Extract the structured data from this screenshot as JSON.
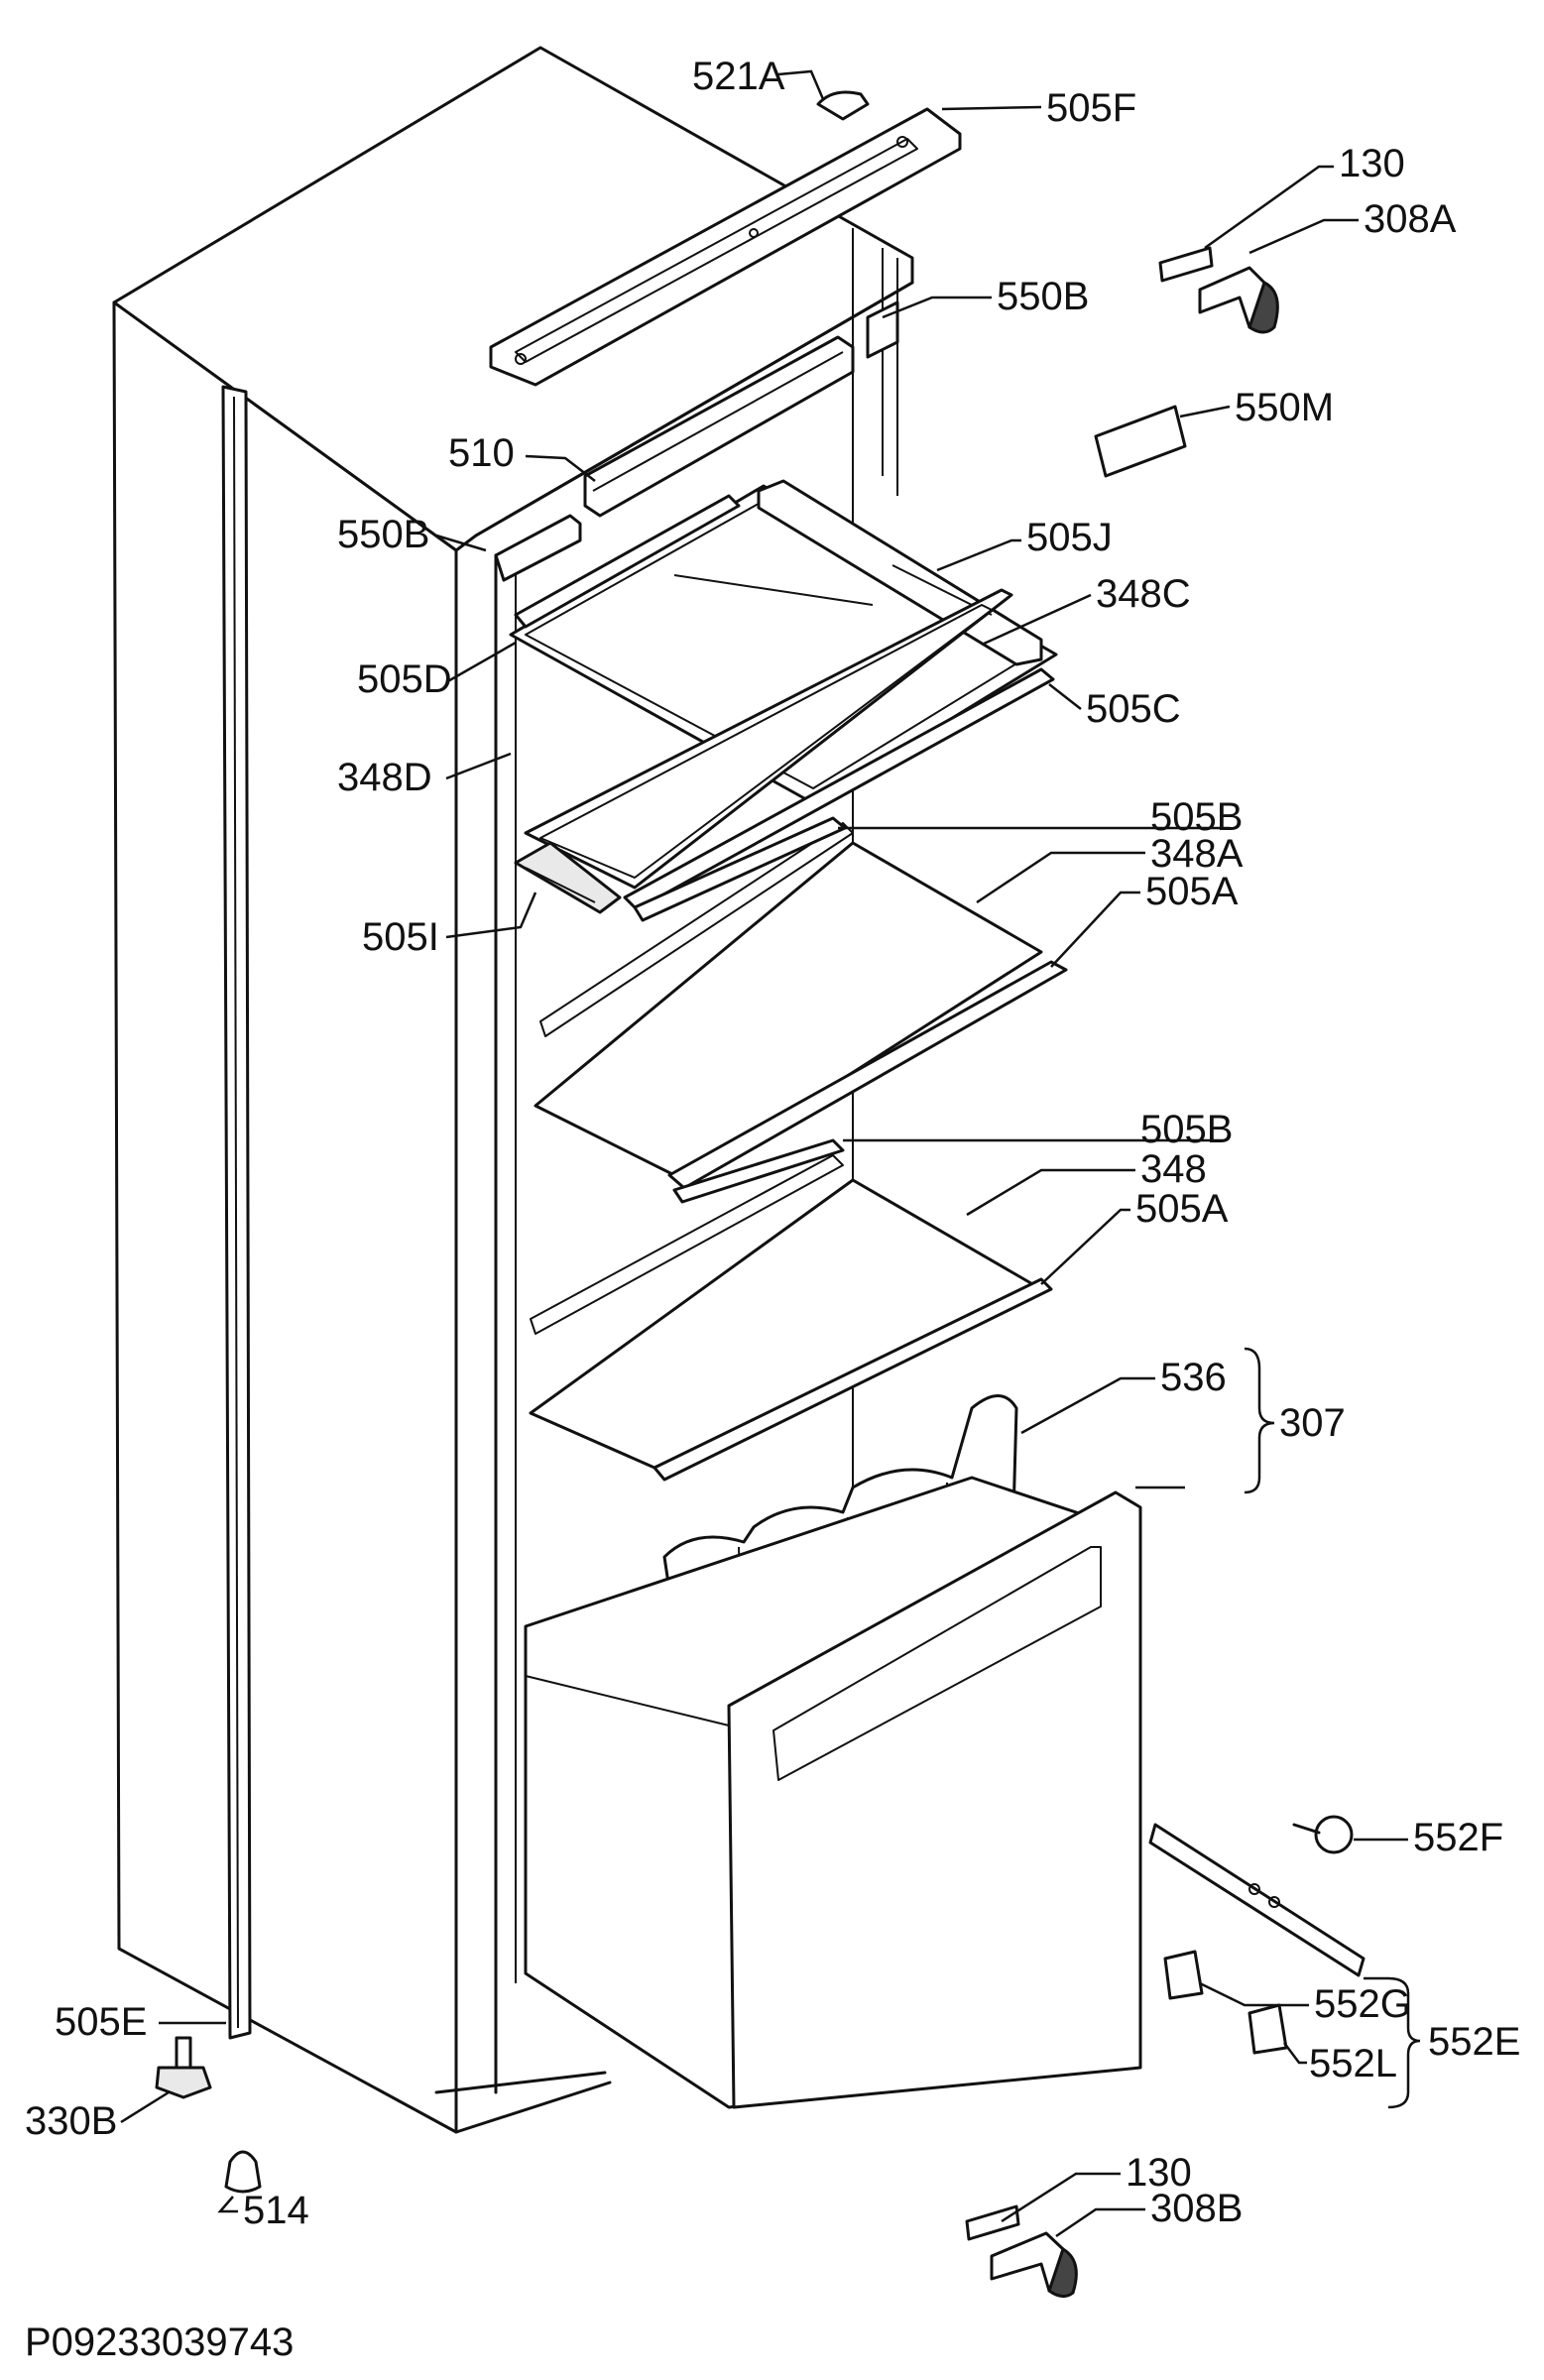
{
  "document_code": "P09233039743",
  "labels": {
    "p521A": "521A",
    "p505F": "505F",
    "p130_top": "130",
    "p308A": "308A",
    "p550B_right": "550B",
    "p550M": "550M",
    "p510": "510",
    "p550B_left": "550B",
    "p505J": "505J",
    "p348C": "348C",
    "p505D": "505D",
    "p505C": "505C",
    "p348D": "348D",
    "p505B_upper": "505B",
    "p348A": "348A",
    "p505I": "505I",
    "p505A_upper": "505A",
    "p505B_lower": "505B",
    "p348": "348",
    "p505A_lower": "505A",
    "p536": "536",
    "p307": "307",
    "p552F": "552F",
    "p552G": "552G",
    "p552E": "552E",
    "p552L": "552L",
    "p505E": "505E",
    "p330B": "330B",
    "p514": "514",
    "p130_bottom": "130",
    "p308B": "308B"
  }
}
